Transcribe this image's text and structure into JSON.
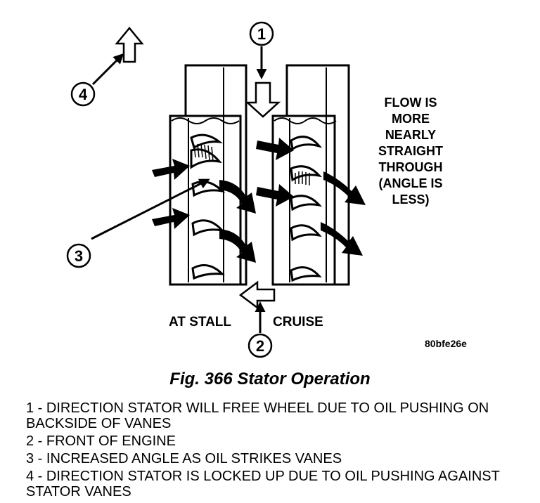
{
  "diagram": {
    "callouts": [
      "1",
      "2",
      "3",
      "4"
    ],
    "flow_note_lines": [
      "FLOW IS",
      "MORE",
      "NEARLY",
      "STRAIGHT",
      "THROUGH",
      "(ANGLE IS",
      "LESS)"
    ],
    "label_stall": "AT STALL",
    "label_cruise": "CRUISE",
    "figure_code": "80bfe26e"
  },
  "caption": "Fig. 366 Stator Operation",
  "legend": [
    "1 - DIRECTION STATOR WILL FREE WHEEL DUE TO OIL PUSHING ON BACKSIDE OF VANES",
    "2 - FRONT OF ENGINE",
    "3 - INCREASED ANGLE AS OIL STRIKES VANES",
    "4 - DIRECTION STATOR IS LOCKED UP DUE TO OIL PUSHING AGAINST STATOR VANES"
  ]
}
